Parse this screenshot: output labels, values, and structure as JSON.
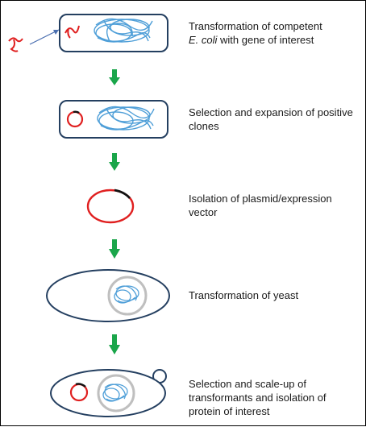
{
  "steps": [
    {
      "text": "Transformation of competent",
      "text_italic": "E. coli",
      "text_rest": " with gene of interest"
    },
    {
      "text": "Selection and expansion of positive clones"
    },
    {
      "text": "Isolation of  plasmid/expression vector"
    },
    {
      "text": "Transformation of yeast"
    },
    {
      "text": "Selection and scale-up of transformants and isolation of protein of interest"
    }
  ],
  "colors": {
    "cell_outline": "#243f60",
    "dna_blue": "#4f9fd8",
    "plasmid_red": "#e02020",
    "arrow_green": "#1aa64a",
    "nucleus_gray": "#bfbfbf"
  }
}
